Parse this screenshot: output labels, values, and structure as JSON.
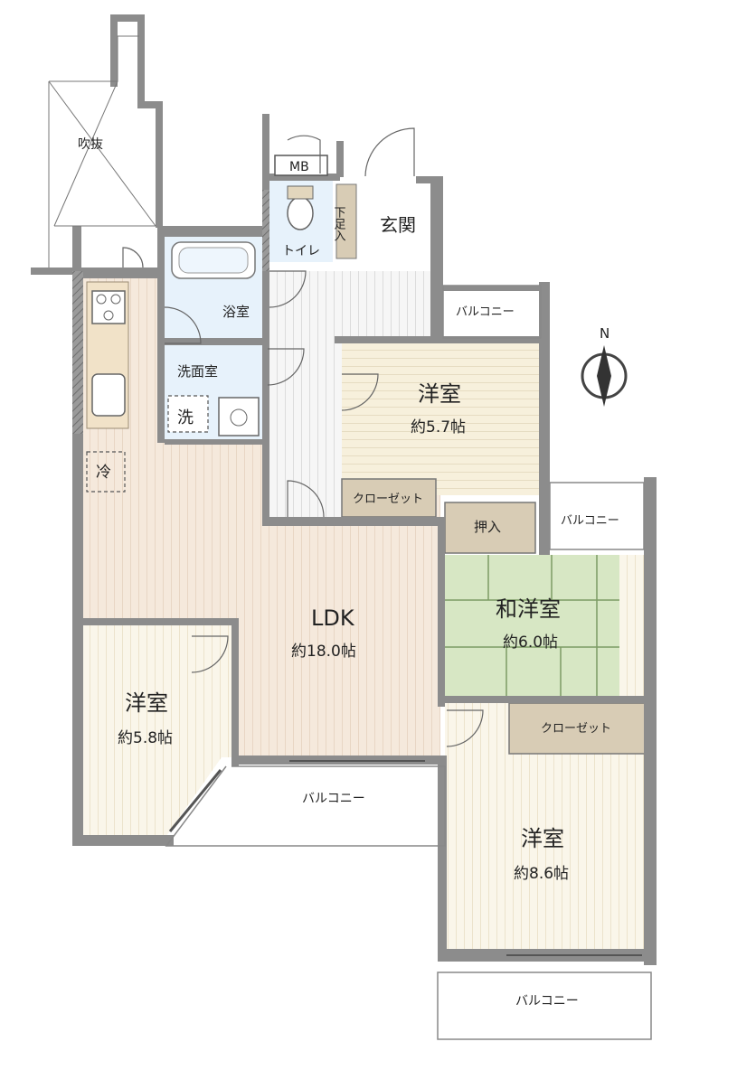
{
  "labels": {
    "void": "吹抜",
    "mb": "MB",
    "shoe": "下足入",
    "entrance": "玄関",
    "toilet": "トイレ",
    "bath": "浴室",
    "washroom": "洗面室",
    "washer": "洗",
    "fridge": "冷",
    "compass_n": "N",
    "balcony_top": "バルコニー",
    "balcony_right": "バルコニー",
    "balcony_middle": "バルコニー",
    "balcony_bottom": "バルコニー",
    "closet_a": "クローゼット",
    "closet_b": "クローゼット",
    "oshiire": "押入"
  },
  "rooms": {
    "western_a": {
      "name": "洋室",
      "size": "約5.7帖"
    },
    "ldk": {
      "name": "LDK",
      "size": "約18.0帖"
    },
    "washitsu": {
      "name": "和洋室",
      "size": "約6.0帖"
    },
    "western_b": {
      "name": "洋室",
      "size": "約5.8帖"
    },
    "western_c": {
      "name": "洋室",
      "size": "約8.6帖"
    }
  },
  "colors": {
    "wall": "#8c8c8c",
    "floor_wood": "#f3e6d9",
    "floor_hall": "#f4f4f4",
    "wet_area": "#e7f2fb",
    "tatami": "#d8e8c6",
    "storage": "#d8ccb5",
    "kitchen": "#f1e2c8"
  }
}
